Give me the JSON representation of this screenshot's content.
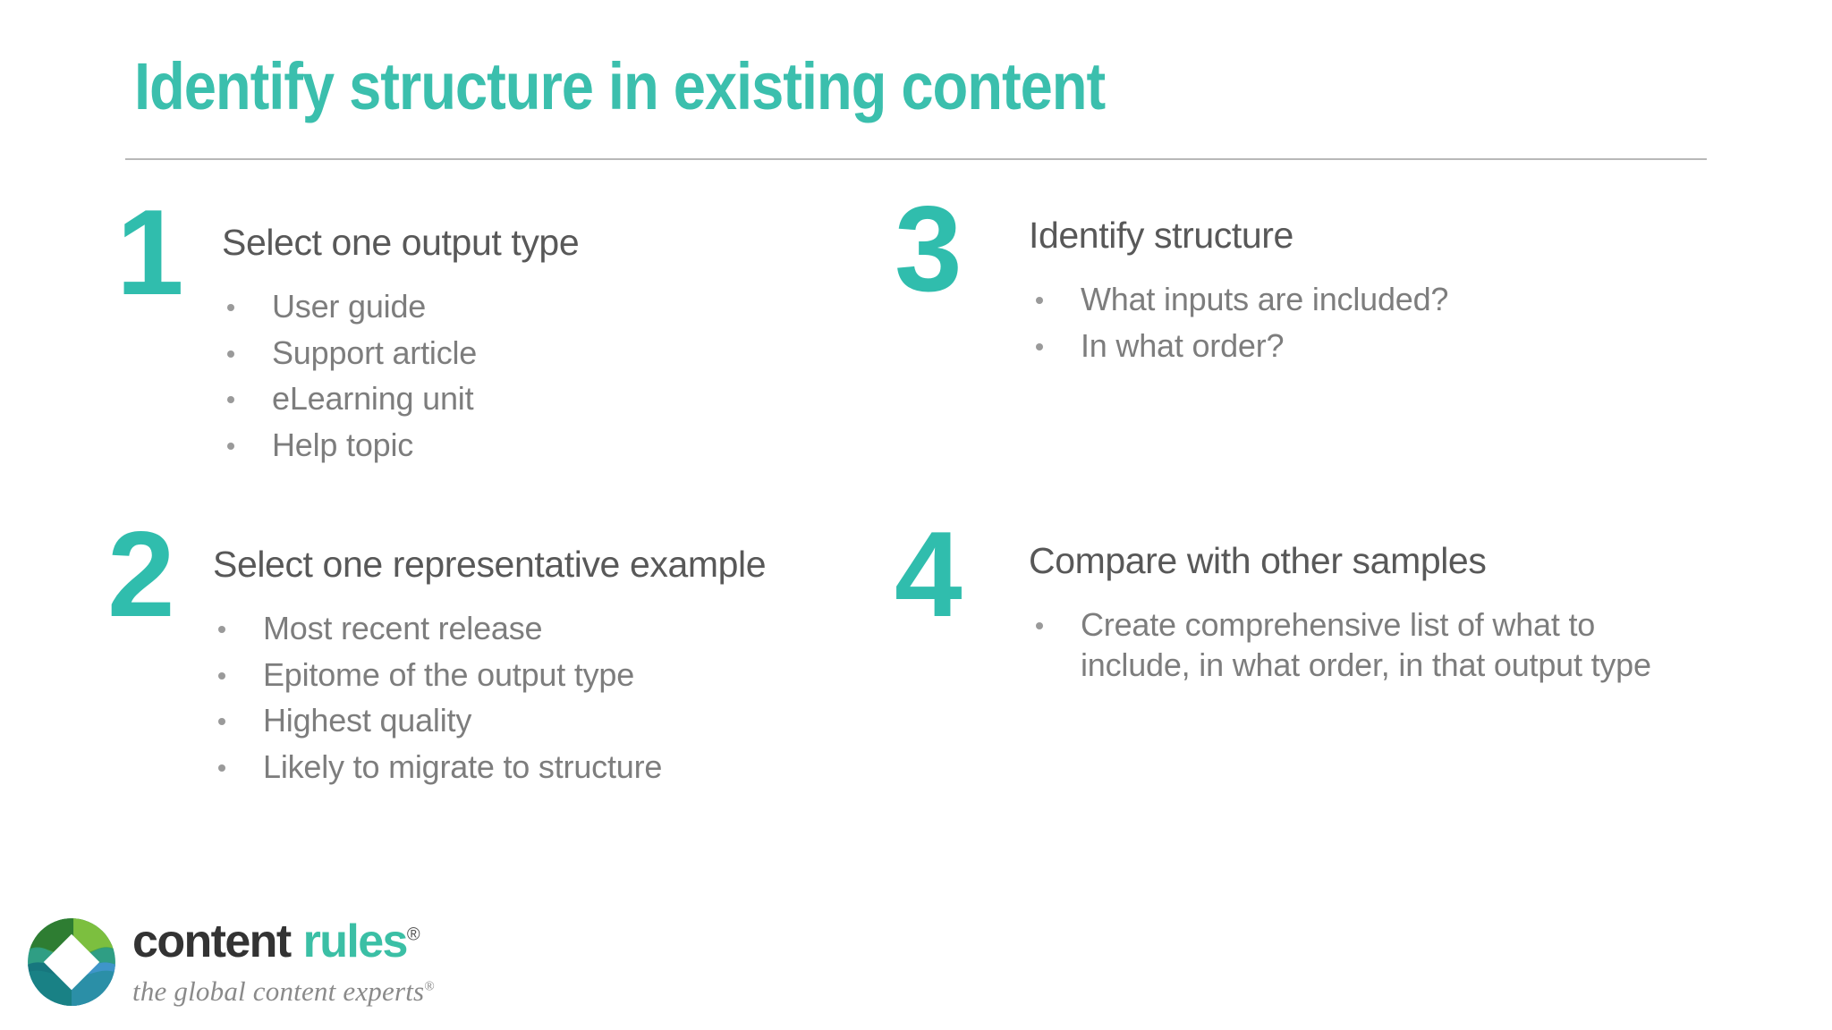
{
  "slide": {
    "title": "Identify structure in existing content",
    "background_color": "#FFFFFF",
    "accent_color": "#3BBFAD",
    "numeral_color": "#30BDAD",
    "heading_color": "#585858",
    "bullet_color": "#7D7D7D",
    "rule_color": "#B8B8B8"
  },
  "steps": [
    {
      "number": "1",
      "heading": "Select one output type",
      "bullets": [
        "User guide",
        "Support article",
        "eLearning unit",
        "Help topic"
      ]
    },
    {
      "number": "2",
      "heading": "Select one representative example",
      "bullets": [
        "Most recent release",
        "Epitome of the output type",
        "Highest quality",
        "Likely to migrate to structure"
      ]
    },
    {
      "number": "3",
      "heading": "Identify structure",
      "bullets": [
        "What inputs are included?",
        "In what order?"
      ]
    },
    {
      "number": "4",
      "heading": "Compare with other samples",
      "bullets": [
        "Create comprehensive list of what to include, in what order, in that output type"
      ]
    }
  ],
  "footer": {
    "logo_icon": "content-rules-circle-diamond-logo",
    "wordmark_primary": "content",
    "wordmark_secondary": "rules",
    "wordmark_registered": "®",
    "tagline": "the global content experts",
    "tagline_registered": "®",
    "colors": {
      "wordmark_primary": "#333333",
      "wordmark_secondary": "#3BBFA5",
      "tagline": "#8A8A8A",
      "logo_green_dark": "#2E7D32",
      "logo_green_mid": "#4FA23E",
      "logo_green_light": "#7CBF3F",
      "logo_teal": "#1B8A8A",
      "logo_blue": "#3F95C9",
      "logo_blue_deep": "#17777E"
    }
  }
}
